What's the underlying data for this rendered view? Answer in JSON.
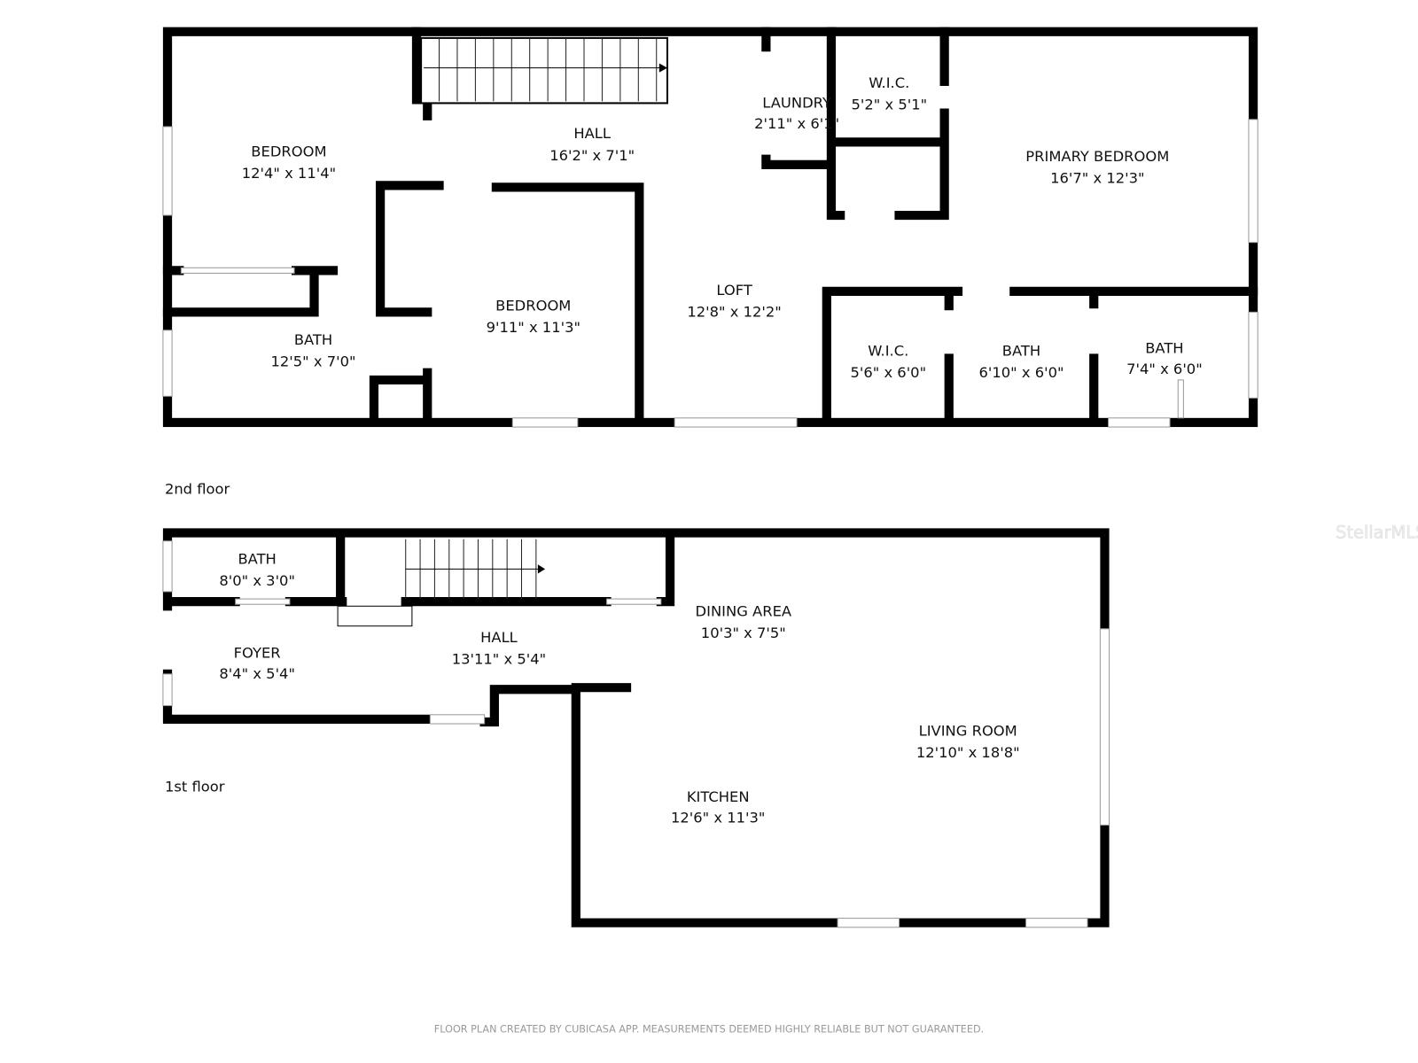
{
  "floors": {
    "second": {
      "label": "2nd floor",
      "rooms": [
        {
          "name": "BEDROOM",
          "size": "12'4\" x 11'4\""
        },
        {
          "name": "HALL",
          "size": "16'2\" x 7'1\""
        },
        {
          "name": "LAUNDRY",
          "size": "2'11\" x 6'1\""
        },
        {
          "name": "W.I.C.",
          "size": "5'2\" x 5'1\""
        },
        {
          "name": "PRIMARY BEDROOM",
          "size": "16'7\" x 12'3\""
        },
        {
          "name": "BEDROOM",
          "size": "9'11\" x 11'3\""
        },
        {
          "name": "LOFT",
          "size": "12'8\" x 12'2\""
        },
        {
          "name": "BATH",
          "size": "12'5\" x 7'0\""
        },
        {
          "name": "W.I.C.",
          "size": "5'6\" x 6'0\""
        },
        {
          "name": "BATH",
          "size": "6'10\" x 6'0\""
        },
        {
          "name": "BATH",
          "size": "7'4\" x 6'0\""
        }
      ]
    },
    "first": {
      "label": "1st floor",
      "rooms": [
        {
          "name": "BATH",
          "size": "8'0\" x 3'0\""
        },
        {
          "name": "DINING AREA",
          "size": "10'3\" x 7'5\""
        },
        {
          "name": "FOYER",
          "size": "8'4\" x 5'4\""
        },
        {
          "name": "HALL",
          "size": "13'11\" x 5'4\""
        },
        {
          "name": "LIVING ROOM",
          "size": "12'10\" x 18'8\""
        },
        {
          "name": "KITCHEN",
          "size": "12'6\" x 11'3\""
        }
      ]
    }
  },
  "watermark": "StellarMLS",
  "footer": "FLOOR PLAN CREATED BY CUBICASA APP. MEASUREMENTS DEEMED HIGHLY RELIABLE BUT NOT GUARANTEED."
}
